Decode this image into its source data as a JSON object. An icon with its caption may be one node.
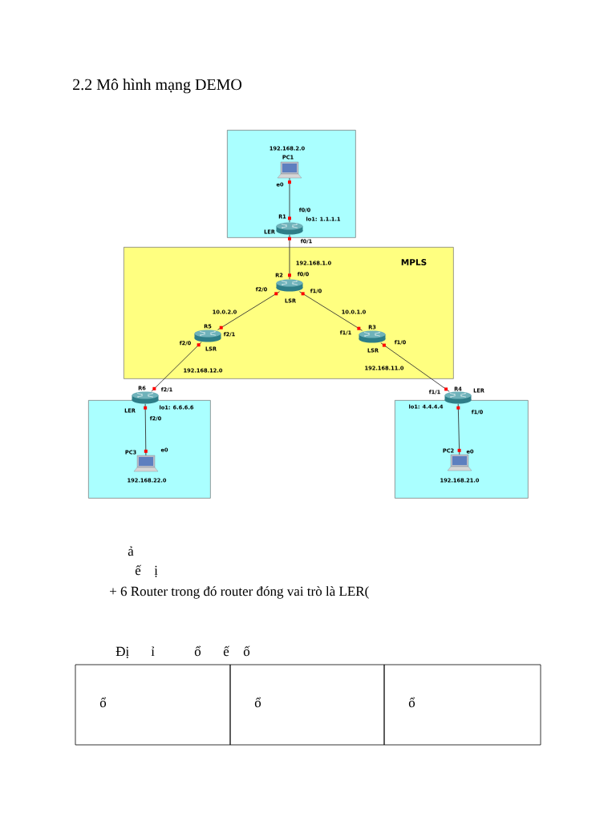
{
  "diagram": {
    "title": "2.2 Mô hình mạng DEMO",
    "nodes": [
      {
        "text": [
          "192.168.2.0"
        ]
      },
      {
        "text": [
          "PC1"
        ],
        "beside": [
          "e0"
        ],
        "in": 0
      },
      {
        "text": [
          "R1"
        ],
        "beside": [
          "f0/0",
          "lo1: 1.1.1.1",
          "LER",
          "f0/1"
        ],
        "in": 0
      },
      {
        "text": [
          "MPLS"
        ]
      },
      {
        "text": [
          "R2"
        ],
        "beside": [
          "f0/0",
          "f2/0",
          "f1/0",
          "LSR"
        ],
        "in": 3
      },
      {
        "text": [
          "R5"
        ],
        "beside": [
          "f2/1",
          "f2/0",
          "LSR"
        ],
        "in": 3
      },
      {
        "text": [
          "R3"
        ],
        "beside": [
          "f1/1",
          "f1/0",
          "LSR"
        ],
        "in": 3
      },
      {
        "text": [
          "R6"
        ],
        "beside": [
          "f2/1",
          "LER",
          "lo1: 6.6.6.6",
          "f2/0"
        ]
      },
      {
        "text": [
          "192.168.22.0"
        ]
      },
      {
        "text": [
          "PC3"
        ],
        "beside": [
          "e0"
        ],
        "in": 8
      },
      {
        "text": [
          "R4"
        ],
        "beside": [
          "LER",
          "f1/1",
          "lo1: 4.4.4.4",
          "f1/0"
        ]
      },
      {
        "text": [
          "192.168.21.0"
        ]
      },
      {
        "text": [
          "PC2"
        ],
        "beside": [
          "e0"
        ],
        "in": 11
      }
    ],
    "edges": [
      {
        "from": 1,
        "to": 2,
        "arrow": "none"
      },
      {
        "from": 2,
        "to": 4,
        "arrow": "none",
        "label": "192.168.1.0"
      },
      {
        "from": 4,
        "to": 5,
        "arrow": "none",
        "label": "10.0.2.0"
      },
      {
        "from": 4,
        "to": 6,
        "arrow": "none",
        "label": "10.0.1.0"
      },
      {
        "from": 5,
        "to": 7,
        "arrow": "none",
        "label": "192.168.12.0"
      },
      {
        "from": 6,
        "to": 10,
        "arrow": "none",
        "label": "192.168.11.0"
      },
      {
        "from": 7,
        "to": 9,
        "arrow": "none"
      },
      {
        "from": 10,
        "to": 12,
        "arrow": "none"
      }
    ],
    "labels": [
      "ả",
      "ế",
      "ị",
      "+ 6 Router trong đó router đóng vai trò là LER(",
      "Đị",
      "ỉ",
      "ổ",
      "ế",
      "ố",
      "ổ",
      "ổ",
      "ổ"
    ]
  }
}
